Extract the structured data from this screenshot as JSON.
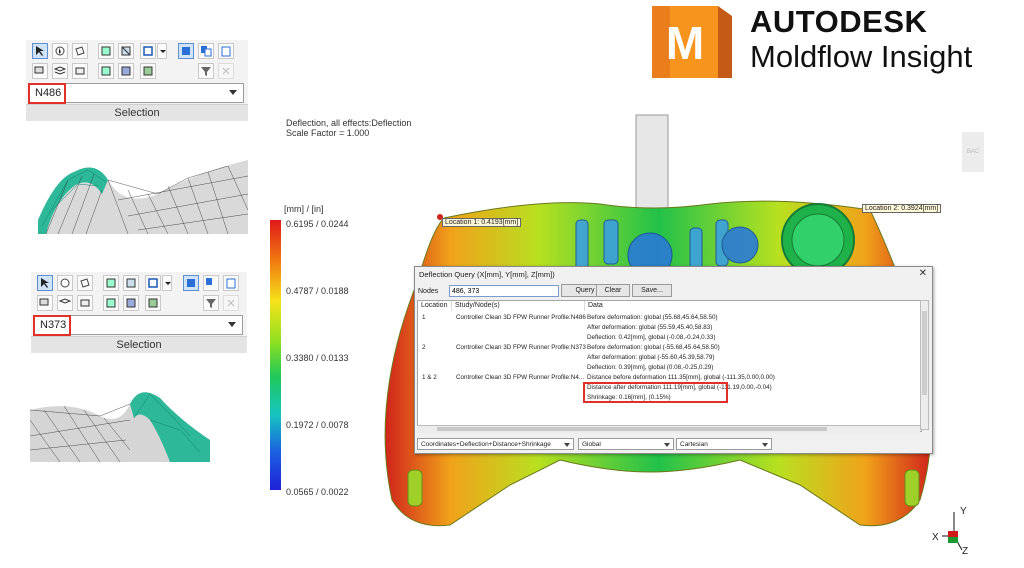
{
  "brand": {
    "logo_letter": "M",
    "line1": "AUTODESK",
    "line2": "Moldflow Insight",
    "colors": {
      "orange_light": "#f7941d",
      "orange_dark": "#e0681b",
      "text": "#111111"
    }
  },
  "selection_panels": [
    {
      "node_value": "N486",
      "label": "Selection"
    },
    {
      "node_value": "N373",
      "label": "Selection"
    }
  ],
  "plot": {
    "title_line1": "Deflection, all effects:Deflection",
    "title_line2": "Scale Factor = 1.000",
    "units": "[mm] / [in]",
    "ticks": [
      "0.6195 /  0.0244",
      "0.4787 /  0.0188",
      "0.3380 /  0.0133",
      "0.1972 /  0.0078",
      "0.0565 /  0.0022"
    ]
  },
  "locations": {
    "loc1": "Location 1: 0.4193[mm]",
    "loc2": "Location 2: 0.3924[mm]"
  },
  "dialog": {
    "title": "Deflection Query (X[mm], Y[mm], Z[mm])",
    "close": "✕",
    "nodes_label": "Nodes",
    "nodes_value": "486, 373",
    "buttons": {
      "query": "Query",
      "clear": "Clear",
      "save": "Save..."
    },
    "columns": [
      "Location",
      "Study/Node(s)",
      "Data"
    ],
    "rows": [
      {
        "location": "1",
        "study": "Controller Clean 3D FPW Runner Profile:N486",
        "data": "Before deformation: global (55.68,45.64,58.50)"
      },
      {
        "location": "",
        "study": "",
        "data": "After deformation: global (55.59,45.40,58.83)"
      },
      {
        "location": "",
        "study": "",
        "data": "Deflection: 0.42[mm], global (-0.08,-0.24,0.33)"
      },
      {
        "location": "2",
        "study": "Controller Clean 3D FPW Runner Profile:N373",
        "data": "Before deformation: global (-55.68,45.64,58.50)"
      },
      {
        "location": "",
        "study": "",
        "data": "After deformation: global (-55.60,45.39,58.79)"
      },
      {
        "location": "",
        "study": "",
        "data": "Deflection: 0.39[mm], global (0.08,-0.25,0.29)"
      },
      {
        "location": "1 & 2",
        "study": "Controller Clean 3D FPW Runner Profile:N4...",
        "data": "Distance before deformation 111.35[mm], global (-111.35,0.00,0.00)"
      },
      {
        "location": "",
        "study": "",
        "data": "Distance after deformation 111.19[mm], global (-111.19,0.00,-0.04)"
      },
      {
        "location": "",
        "study": "",
        "data": "Shrinkage: 0.16[mm], (0.15%)"
      }
    ],
    "dropdowns": [
      "Coordinates+Deflection+Distance+Shrinkage",
      "Global",
      "Cartesian"
    ]
  },
  "triad": {
    "y": "Y",
    "x": "X",
    "z": "Z"
  },
  "back_button": "BAC"
}
